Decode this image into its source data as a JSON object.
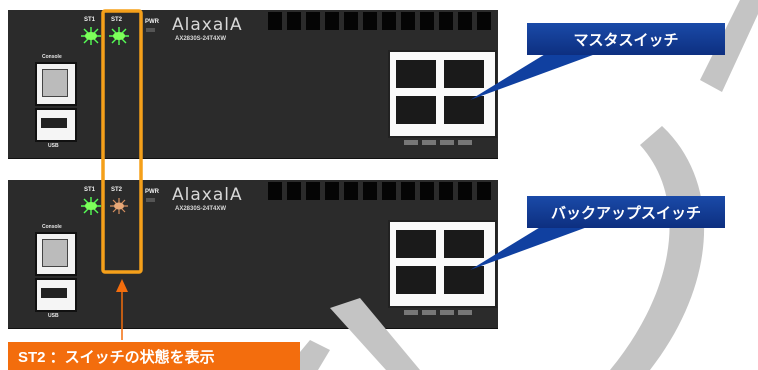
{
  "switches": [
    {
      "id": "top",
      "led_labels": {
        "st1": "ST1",
        "st2": "ST2",
        "pwr": "PWR"
      },
      "led_colors": {
        "st1": "#55ff55",
        "st2": "#55ff55"
      },
      "logo": "AlaxalA",
      "model": "AX2830S-24T4XW",
      "console_label": "Console",
      "usb_label": "USB",
      "callout": "マスタスイッチ"
    },
    {
      "id": "bottom",
      "led_labels": {
        "st1": "ST1",
        "st2": "ST2",
        "pwr": "PWR"
      },
      "led_colors": {
        "st1": "#55ff55",
        "st2": "#e0a070"
      },
      "logo": "AlaxalA",
      "model": "AX2830S-24T4XW",
      "console_label": "Console",
      "usb_label": "USB",
      "callout": "バックアップスイッチ"
    }
  ],
  "annotation": {
    "label": "ST2 ：スイッチの状態を表示",
    "highlight_color": "#f5a01a",
    "label_color": "#f36d0d"
  },
  "callout_color": "#0d2f80"
}
